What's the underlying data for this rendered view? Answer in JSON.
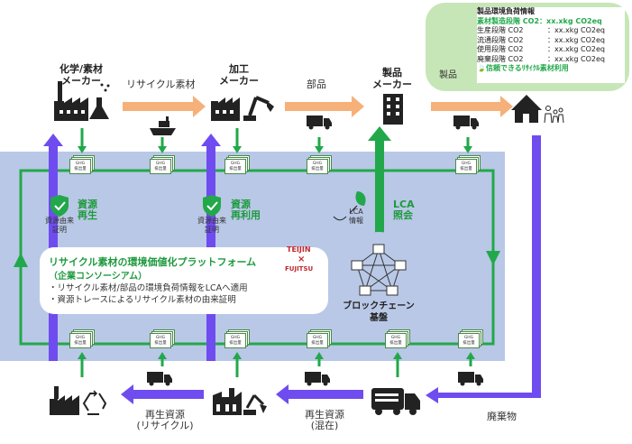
{
  "actors": {
    "chemical_maker": "化学/素材\nメーカー",
    "processing_maker": "加工\nメーカー",
    "product_maker": "製品\nメーカー"
  },
  "flow_labels": {
    "recycled_material": "リサイクル素材",
    "parts": "部品",
    "waste": "廃棄物",
    "regen_recycle": "再生資源\n(リサイクル)",
    "regen_mixed": "再生資源\n(混在)"
  },
  "resources": {
    "regen_title": "資源\n再生",
    "reuse_title": "資源\n再利用",
    "origin_cert_1": "資源由来\n証明",
    "origin_cert_2": "資源由来\n証明",
    "lca_title": "LCA\n照会",
    "lca_info": "LCA\n情報"
  },
  "ghg": {
    "line1": "GHG",
    "line2": "排出量"
  },
  "product_label": "製品",
  "info_box": {
    "title": "製品環境負荷情報",
    "highlight_label": "素材製造段階 CO2：",
    "highlight_value": "xx.xkg CO2eq",
    "rows": [
      {
        "k": "生産段階 CO2",
        "v": "：xx.xkg CO2eq"
      },
      {
        "k": "流通段階 CO2",
        "v": "：xx.xkg CO2eq"
      },
      {
        "k": "使用段階 CO2",
        "v": "：xx.xkg CO2eq"
      },
      {
        "k": "廃棄段階 CO2",
        "v": "：xx.xkg CO2eq"
      }
    ],
    "footer": "信頼できるﾘｻｲｸﾙ素材利用"
  },
  "platform": {
    "title": "リサイクル素材の環境価値化プラットフォーム",
    "subtitle": "（企業コンソーシアム）",
    "bullet1": "・リサイクル素材/部品の環境負荷情報をLCAへ適用",
    "bullet2": "・資源トレースによるリサイクル素材の由来証明",
    "partner1": "TEIJIN",
    "cross": "×",
    "partner2": "FUJITSU"
  },
  "blockchain_label": "ブロックチェーン\n基盤",
  "colors": {
    "loop_green": "#22a84a",
    "band_blue": "#b9c8e6",
    "purple": "#6f4cf0",
    "orange": "#f6b07a",
    "info_green": "#c7e6b8",
    "dark": "#222222"
  }
}
